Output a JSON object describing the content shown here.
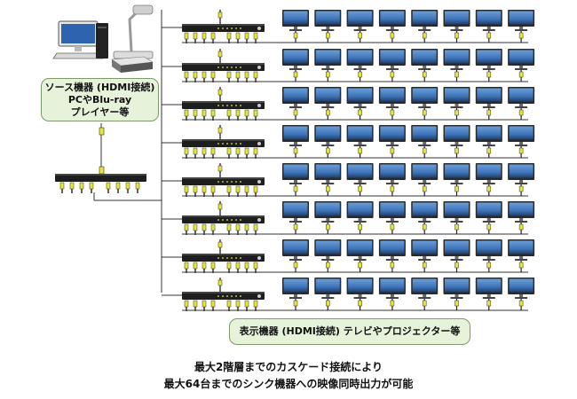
{
  "source_label": {
    "line1": "ソース機器 (HDMI接続)",
    "line2": "PCやBlu-ray",
    "line3": "プレイヤー等"
  },
  "display_label": "表示機器 (HDMI接続) テレビやプロジェクター等",
  "caption": {
    "line1": "最大2階層までのカスケード接続により",
    "line2": "最大64台までのシンク機器への映像同時出力が可能"
  },
  "colors": {
    "line": "#333333",
    "splitter": "#1e1e1e",
    "connector": "#e4e63a",
    "monitor_bezel": "#2a2a2a",
    "monitor_screen": "#3f74b8",
    "label_fill": "#e6f2da",
    "label_border": "#7d9a6b"
  },
  "icons": [
    "computer-icon",
    "document-camera-icon",
    "bluray-player-icon",
    "hdmi-splitter-icon",
    "monitor-icon",
    "hdmi-connector-icon"
  ]
}
